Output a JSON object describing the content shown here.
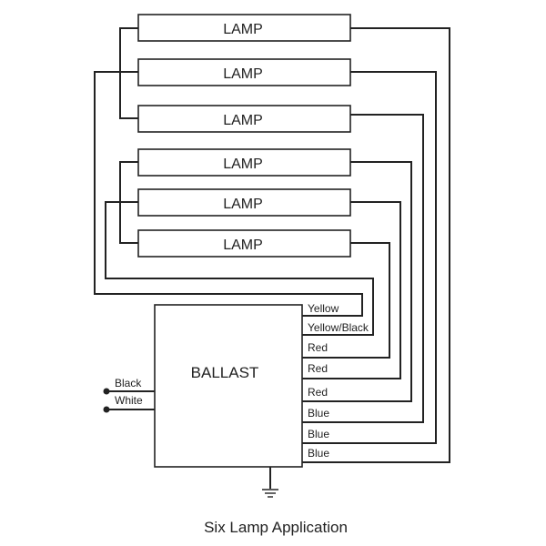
{
  "lamps": [
    "LAMP",
    "LAMP",
    "LAMP",
    "LAMP",
    "LAMP",
    "LAMP"
  ],
  "ballast": {
    "label": "BALLAST",
    "output_leads": [
      "Yellow",
      "Yellow/Black",
      "Red",
      "Red",
      "Red",
      "Blue",
      "Blue",
      "Blue"
    ],
    "input_leads": [
      "Black",
      "White"
    ]
  },
  "caption": "Six Lamp Application",
  "colors": {
    "line": "#222222",
    "background": "#ffffff"
  }
}
